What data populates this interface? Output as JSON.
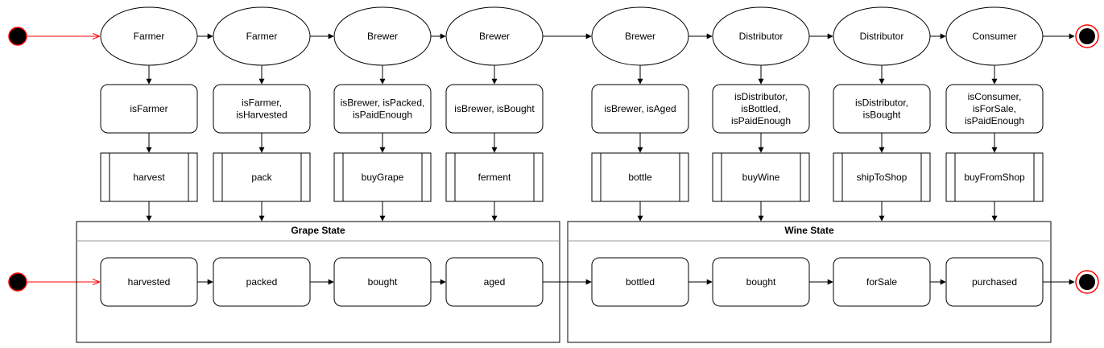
{
  "actors": [
    "Farmer",
    "Farmer",
    "Brewer",
    "Brewer",
    "Brewer",
    "Distributor",
    "Distributor",
    "Consumer"
  ],
  "guards": [
    [
      "isFarmer"
    ],
    [
      "isFarmer,",
      "isHarvested"
    ],
    [
      "isBrewer, isPacked,",
      "isPaidEnough"
    ],
    [
      "isBrewer, isBought"
    ],
    [
      "isBrewer, isAged"
    ],
    [
      "isDistributor,",
      "isBottled,",
      "isPaidEnough"
    ],
    [
      "isDistributor,",
      "isBought"
    ],
    [
      "isConsumer,",
      "isForSale,",
      "isPaidEnough"
    ]
  ],
  "functions": [
    "harvest",
    "pack",
    "buyGrape",
    "ferment",
    "bottle",
    "buyWine",
    "shipToShop",
    "buyFromShop"
  ],
  "containers": [
    {
      "title": "Grape State",
      "states": [
        "harvested",
        "packed",
        "bought",
        "aged"
      ]
    },
    {
      "title": "Wine State",
      "states": [
        "bottled",
        "bought",
        "forSale",
        "purchased"
      ]
    }
  ],
  "colors": {
    "stroke": "#000000",
    "start_fill": "#000000",
    "start_stroke": "#ff0000",
    "start_edge": "#ff0000",
    "divider": "#999999"
  }
}
